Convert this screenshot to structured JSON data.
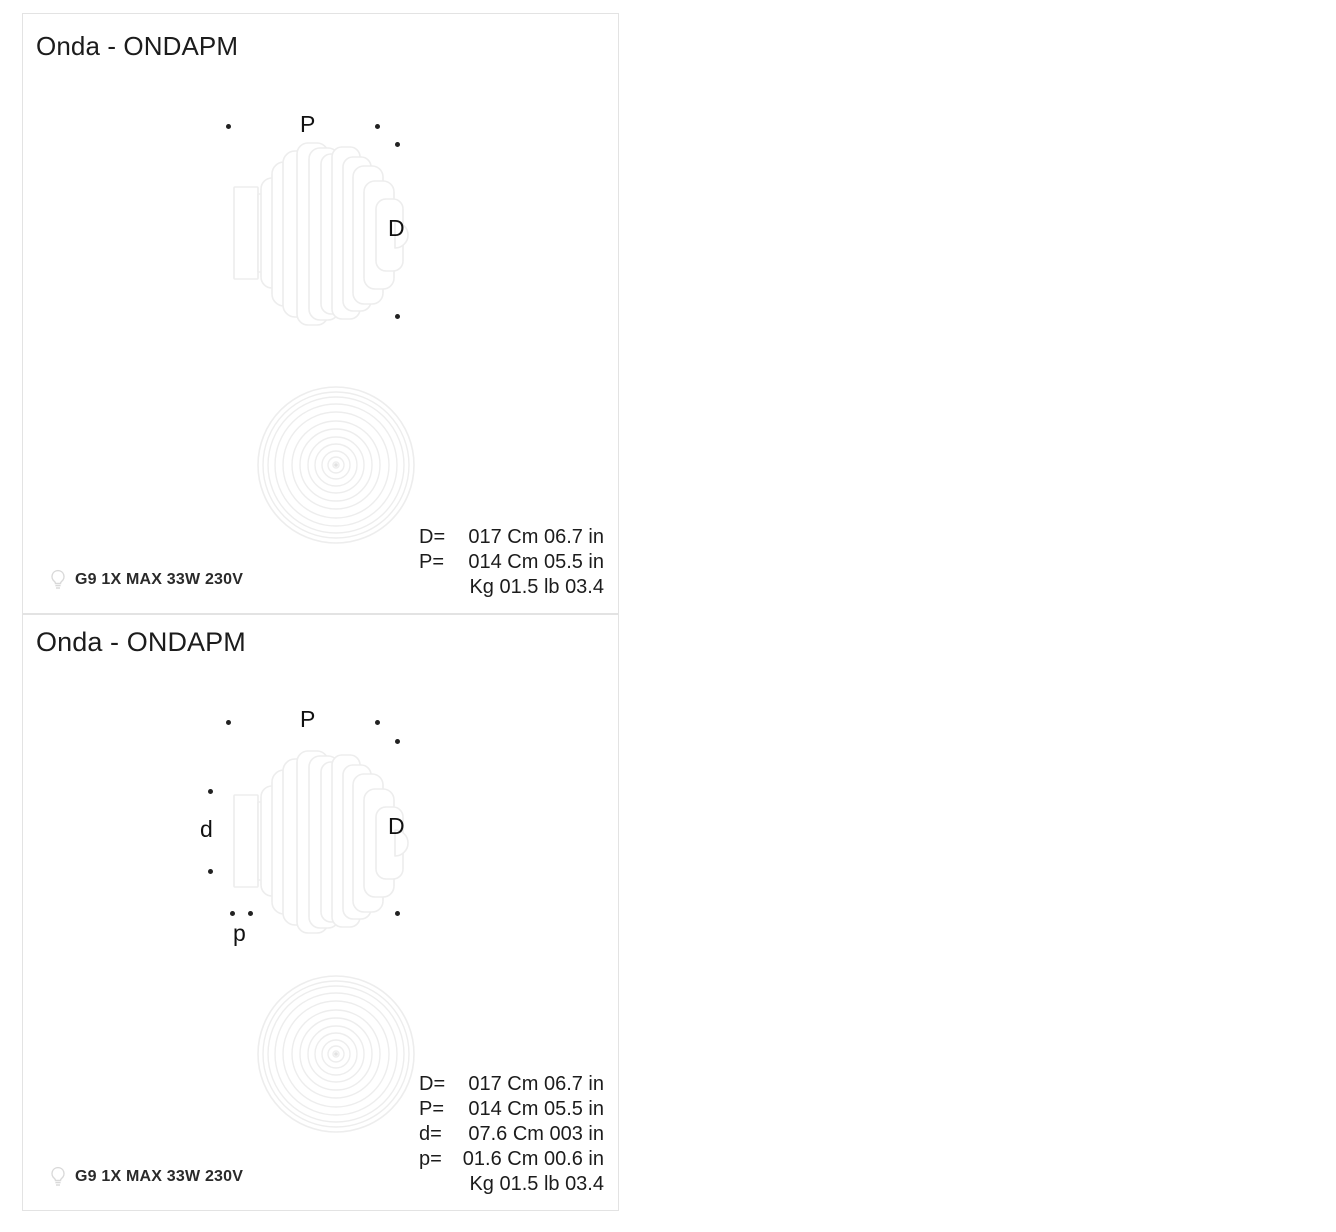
{
  "sheet": {
    "background": "#ffffff",
    "line_color": "#ededed",
    "text_color": "#1c1c1c"
  },
  "panels": [
    {
      "id": "panel-one",
      "title": "Onda - ONDAPM",
      "dimension_labels": [
        {
          "key": "P",
          "label": "P",
          "position": "top"
        },
        {
          "key": "D",
          "label": "D",
          "position": "right"
        }
      ],
      "specs": [
        {
          "label": "D=",
          "value": "017 Cm 06.7 in"
        },
        {
          "label": "P=",
          "value": "014 Cm 05.5 in"
        },
        {
          "label": "",
          "value": "Kg 01.5 lb 03.4"
        }
      ],
      "lamp": {
        "icon": "light-bulb-icon",
        "text": "G9 1X MAX 33W 230V"
      }
    },
    {
      "id": "panel-two",
      "title": "Onda - ONDAPM",
      "dimension_labels": [
        {
          "key": "P",
          "label": "P",
          "position": "top"
        },
        {
          "key": "D",
          "label": "D",
          "position": "right"
        },
        {
          "key": "d",
          "label": "d",
          "position": "left"
        },
        {
          "key": "p",
          "label": "p",
          "position": "bottom"
        }
      ],
      "specs": [
        {
          "label": "D=",
          "value": "017 Cm 06.7 in"
        },
        {
          "label": "P=",
          "value": "014 Cm 05.5 in"
        },
        {
          "label": "d=",
          "value": "07.6 Cm 003 in"
        },
        {
          "label": "p=",
          "value": "01.6 Cm 00.6 in"
        },
        {
          "label": "",
          "value": "Kg 01.5 lb 03.4"
        }
      ],
      "lamp": {
        "icon": "light-bulb-icon",
        "text": "G9 1X MAX 33W 230V"
      }
    }
  ]
}
